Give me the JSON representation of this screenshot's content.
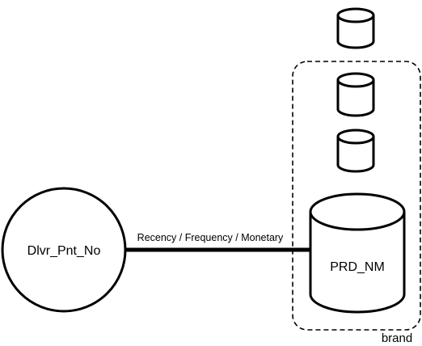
{
  "diagram": {
    "node_entity": {
      "label": "Dlvr_Pnt_No"
    },
    "node_product": {
      "label": "PRD_NM"
    },
    "edge": {
      "label": "Recency / Frequency / Monetary"
    },
    "group": {
      "label": "brand"
    },
    "colors": {
      "stroke": "#000000",
      "fill": "#ffffff",
      "text": "#000000"
    }
  }
}
